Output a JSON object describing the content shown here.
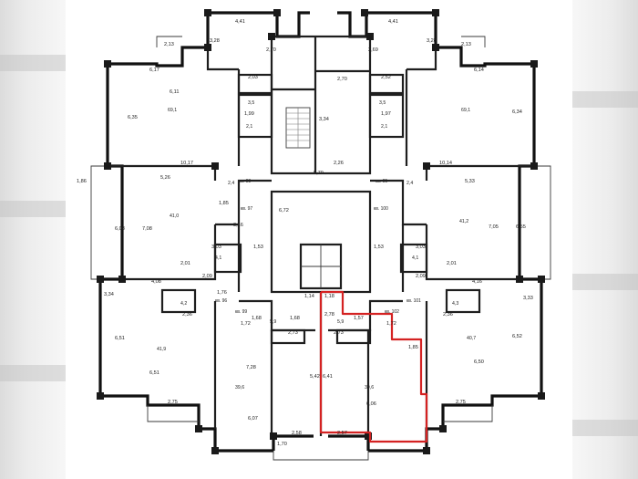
{
  "colors": {
    "wall": "#1e1e1e",
    "highlight": "#d42222",
    "side_blur": "#e4e4e4"
  },
  "dims": {
    "d1": "4,41",
    "d2": "4,41",
    "d3": "2,13",
    "d4": "2,13",
    "d5": "3,28",
    "d6": "2,70",
    "d7": "2,69",
    "d8": "3,28",
    "d9": "6,17",
    "d10": "6,14",
    "d11": "2,03",
    "d12": "2,52",
    "d13": "6,11",
    "d14": "6,35",
    "d15": "6,34",
    "d16": "2,70",
    "d17": "3,34",
    "d18": "10,17",
    "d19": "10,14",
    "d20": "2,26",
    "d21": "5,79",
    "d22": "5,26",
    "d23": "5,33",
    "d24": "1,86",
    "d25": "1,85",
    "d26": "6,08",
    "d27": "7,08",
    "d28": "7,05",
    "d29": "6,55",
    "d30": "3,16",
    "d31": "6,72",
    "d32": "1,53",
    "d33": "1,53",
    "d34": "3,03",
    "d35": "3,03",
    "d36": "4,08",
    "d37": "4,16",
    "d38": "3,34",
    "d39": "3,33",
    "d40": "2,36",
    "d41": "2,36",
    "d42": "6,51",
    "d43": "6,52",
    "d44": "6,51",
    "d45": "6,50",
    "d46": "7,28",
    "d47": "2,73",
    "d48": "1,85",
    "d49": "2,73",
    "d50": "5,42",
    "d51": "6,41",
    "d52": "6,07",
    "d53": "6,06",
    "d54": "2,75",
    "d55": "2,75",
    "d56": "2,58",
    "d57": "2,57",
    "d58": "1,70",
    "d59": "1,76",
    "d60": "1,18",
    "d61": "1,14",
    "d62": "1,72",
    "d63": "1,72",
    "d64": "2,78",
    "d65": "1,57",
    "d66": "1,68",
    "d67": "1,68",
    "d68": "2,01",
    "d69": "2,01",
    "d70": "2,09",
    "d71": "2,09",
    "d72": "1,99",
    "d73": "1,97"
  },
  "rooms": {
    "r1": "69,1",
    "r2": "69,1",
    "r3": "41,0",
    "r4": "41,2",
    "r5": "41,9",
    "r6": "40,7",
    "r7": "39,6",
    "r8": "39,6",
    "r9": "3,5",
    "r10": "3,5",
    "r11": "2,1",
    "r12": "2,1",
    "r13": "4,1",
    "r14": "4,1",
    "r15": "4,2",
    "r16": "4,3",
    "r17": "5,9",
    "r18": "5,9",
    "r19": "2,4",
    "r20": "2,4"
  },
  "apts": {
    "a1": "кв. 98",
    "a2": "кв. 95",
    "a3": "кв. 97",
    "a4": "кв. 100",
    "a5": "кв. 96",
    "a6": "кв. 101",
    "a7": "кв. 99",
    "a8": "кв. 102"
  }
}
